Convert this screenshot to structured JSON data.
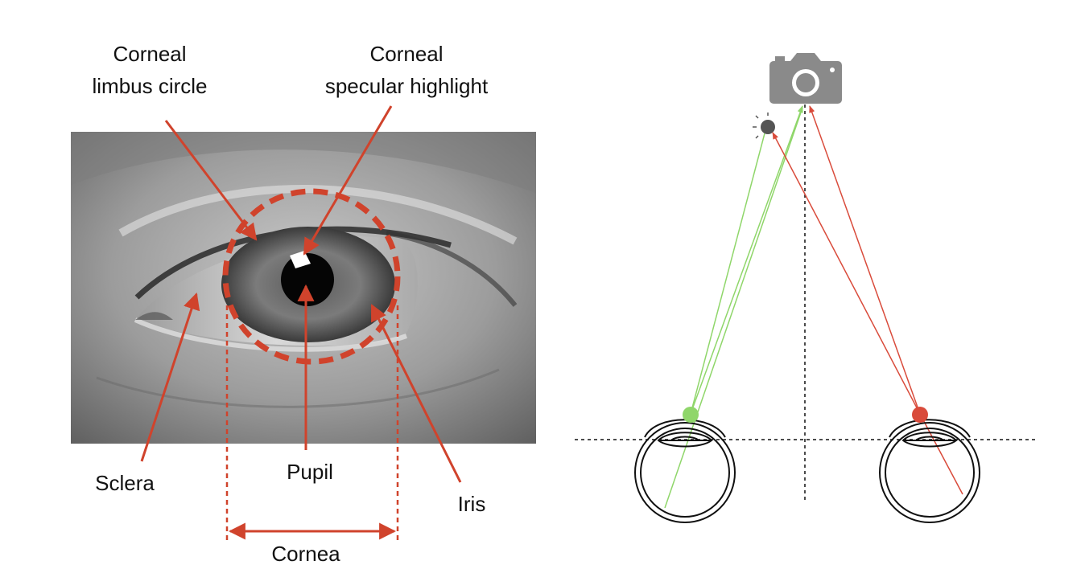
{
  "labels": {
    "limbus_line1": "Corneal",
    "limbus_line2": "limbus circle",
    "specular_line1": "Corneal",
    "specular_line2": "specular highlight",
    "sclera": "Sclera",
    "pupil": "Pupil",
    "iris": "Iris",
    "cornea": "Cornea"
  },
  "icons": {
    "camera": "camera-icon",
    "light": "light-source-icon",
    "eyeball": "eyeball-icon"
  },
  "colors": {
    "annotation": "#d0432c",
    "green_ray": "#8fd66a",
    "red_ray": "#d94b3b",
    "camera": "#8a8a8a",
    "light": "#555555"
  }
}
